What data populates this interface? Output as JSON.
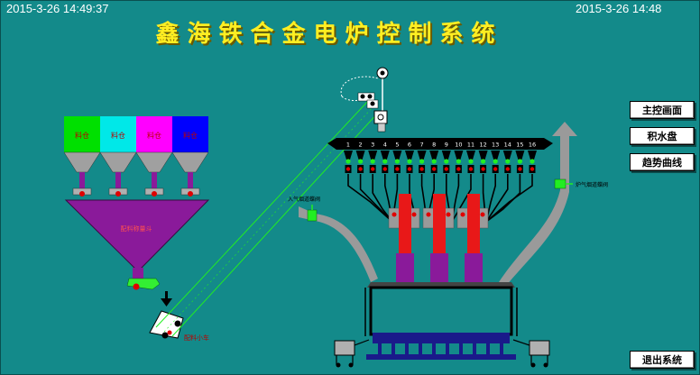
{
  "header": {
    "clock_left": "2015-3-26 14:49:37",
    "clock_right": "2015-3-26 14:48",
    "title": "鑫海铁合金电炉控制系统"
  },
  "buttons": {
    "main_screen": "主控画面",
    "water_plate": "积水盘",
    "trend_curve": "趋势曲线",
    "exit_system": "退出系统"
  },
  "bins": [
    {
      "label": "料仓",
      "color": "#00e000"
    },
    {
      "label": "料仓",
      "color": "#00e8e8"
    },
    {
      "label": "料仓",
      "color": "#ff00ff"
    },
    {
      "label": "料仓",
      "color": "#0000ff"
    }
  ],
  "hopper": {
    "label": "配料称量斗"
  },
  "cart": {
    "label": "配料小车"
  },
  "valves": {
    "left": "入气烟道蝶阀",
    "right": "炉气烟道蝶阀"
  },
  "feed_bins": [
    "1",
    "2",
    "3",
    "4",
    "5",
    "6",
    "7",
    "8",
    "9",
    "10",
    "11",
    "12",
    "13",
    "14",
    "15",
    "16"
  ],
  "colors": {
    "background": "#138a8a",
    "title": "#ffee22",
    "electrode": "#e81818",
    "electrode_holder": "#8a1a9a",
    "hopper": "#8a1a9a",
    "stack": "#9a9a9a",
    "valve": "#22ee22"
  }
}
